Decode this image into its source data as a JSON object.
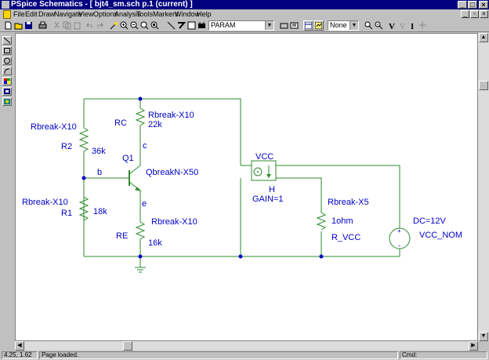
{
  "window": {
    "title": "PSpice Schematics - [ bjt4_sm.sch  p.1 (current) ]"
  },
  "menubar": {
    "items": [
      "File",
      "Edit",
      "Draw",
      "Navigate",
      "View",
      "Options",
      "Analysis",
      "Tools",
      "Markers",
      "Window",
      "Help"
    ]
  },
  "toolbar": {
    "part_name": "PARAM",
    "display_mode": "None"
  },
  "schematic": {
    "r2_part": "Rbreak-X10",
    "r2_ref": "R2",
    "r2_value": "36k",
    "r1_part": "Rbreak-X10",
    "r1_ref": "R1",
    "r1_value": "18k",
    "rc_ref": "RC",
    "rc_part": "Rbreak-X10",
    "rc_value": "22k",
    "re_part": "Rbreak-X10",
    "re_ref": "RE",
    "re_value": "16k",
    "q1_ref": "Q1",
    "q1_part": "QbreakN-X50",
    "node_b": "b",
    "node_c": "c",
    "node_e": "e",
    "cccs_name": "VCC",
    "cccs_ref": "H",
    "cccs_gain": "GAIN=1",
    "rvcc_part": "Rbreak-X5",
    "rvcc_value": "1ohm",
    "rvcc_ref": "R_VCC",
    "vsrc_value": "DC=12V",
    "vsrc_ref": "VCC_NOM",
    "plus_sign": "+",
    "minus_sign": "-"
  },
  "statusbar": {
    "coords": "4.25, 1.62",
    "message": "Page loaded.",
    "mode": "Cmd:"
  },
  "colors": {
    "title_bg": "#000080",
    "wire": "#2e8b2e",
    "label": "#0000c8",
    "part": "#2e8b2e"
  }
}
